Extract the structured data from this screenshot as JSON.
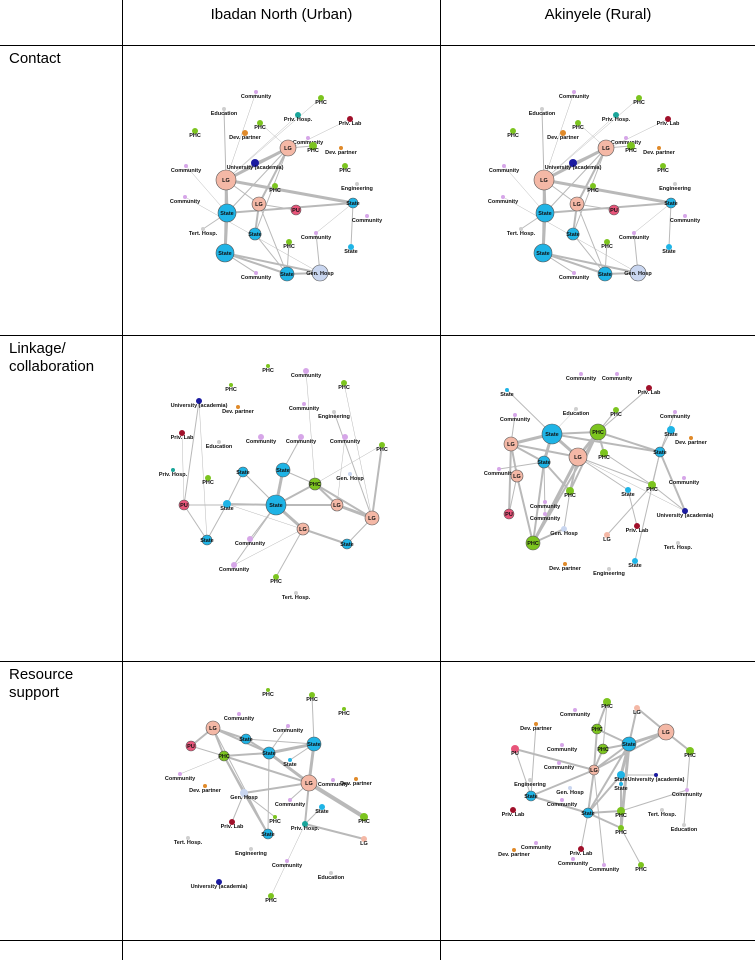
{
  "columns": [
    "Ibadan North (Urban)",
    "Akinyele (Rural)"
  ],
  "rows": [
    {
      "label": "Contact",
      "label_lines": [
        "Contact"
      ]
    },
    {
      "label": "Linkage/ collaboration",
      "label_lines": [
        "Linkage/",
        "collaboration"
      ]
    },
    {
      "label": "Resource support",
      "label_lines": [
        "Resource",
        "support"
      ]
    }
  ],
  "node_colors": {
    "LG": "#f4b8a6",
    "State": "#1fb4e6",
    "PHC": "#7cc41f",
    "PU": "#e8557a",
    "Community": "#d6a6e8",
    "Education": "#cfcfcf",
    "Dev. partner": "#e08a2a",
    "Priv. Hosp.": "#1aa59a",
    "Priv. Lab": "#a0102a",
    "University (academia)": "#1a1aa0",
    "Engineering": "#cfcfcf",
    "Gen. Hosp": "#c9d6f0",
    "Tert. Hosp.": "#cfcfcf"
  },
  "networks": [
    {
      "row": 0,
      "col": 0,
      "nodes": [
        {
          "label": "Community",
          "cat": "Community"
        },
        {
          "label": "PHC",
          "cat": "PHC"
        },
        {
          "label": "Education",
          "cat": "Education"
        },
        {
          "label": "Priv. Hosp.",
          "cat": "Priv. Hosp."
        },
        {
          "label": "Priv. Lab",
          "cat": "Priv. Lab"
        },
        {
          "label": "PHC",
          "cat": "PHC"
        },
        {
          "label": "PHC",
          "cat": "PHC"
        },
        {
          "label": "Community",
          "cat": "Community"
        },
        {
          "label": "Dev. partner",
          "cat": "Dev. partner"
        },
        {
          "label": "LG",
          "cat": "LG"
        },
        {
          "label": "Dev. partner",
          "cat": "Dev. partner"
        },
        {
          "label": "University (academia)",
          "cat": "University (academia)"
        },
        {
          "label": "Community",
          "cat": "Community"
        },
        {
          "label": "PHC",
          "cat": "PHC"
        },
        {
          "label": "PHC",
          "cat": "PHC"
        },
        {
          "label": "LG",
          "cat": "LG"
        },
        {
          "label": "PHC",
          "cat": "PHC"
        },
        {
          "label": "Engineering",
          "cat": "Engineering"
        },
        {
          "label": "Community",
          "cat": "Community"
        },
        {
          "label": "LG",
          "cat": "LG"
        },
        {
          "label": "State",
          "cat": "State"
        },
        {
          "label": "PU",
          "cat": "PU"
        },
        {
          "label": "State",
          "cat": "State"
        },
        {
          "label": "Community",
          "cat": "Community"
        },
        {
          "label": "Tert. Hosp.",
          "cat": "Tert. Hosp."
        },
        {
          "label": "State",
          "cat": "State"
        },
        {
          "label": "Community",
          "cat": "Community"
        },
        {
          "label": "PHC",
          "cat": "PHC"
        },
        {
          "label": "State",
          "cat": "State"
        },
        {
          "label": "State",
          "cat": "State"
        },
        {
          "label": "Gen. Hosp",
          "cat": "Gen. Hosp"
        },
        {
          "label": "Community",
          "cat": "Community"
        },
        {
          "label": "State",
          "cat": "State"
        }
      ]
    },
    {
      "row": 0,
      "col": 1,
      "nodes": [
        {
          "label": "Community",
          "cat": "Community"
        },
        {
          "label": "PHC",
          "cat": "PHC"
        },
        {
          "label": "Education",
          "cat": "Education"
        },
        {
          "label": "Priv. Hosp.",
          "cat": "Priv. Hosp."
        },
        {
          "label": "Priv. Lab",
          "cat": "Priv. Lab"
        },
        {
          "label": "PHC",
          "cat": "PHC"
        },
        {
          "label": "PHC",
          "cat": "PHC"
        },
        {
          "label": "Community",
          "cat": "Community"
        },
        {
          "label": "Dev. partner",
          "cat": "Dev. partner"
        },
        {
          "label": "LG",
          "cat": "LG"
        },
        {
          "label": "Dev. partner",
          "cat": "Dev. partner"
        },
        {
          "label": "University (academia)",
          "cat": "University (academia)"
        },
        {
          "label": "Community",
          "cat": "Community"
        },
        {
          "label": "PHC",
          "cat": "PHC"
        },
        {
          "label": "PHC",
          "cat": "PHC"
        },
        {
          "label": "LG",
          "cat": "LG"
        },
        {
          "label": "PHC",
          "cat": "PHC"
        },
        {
          "label": "Engineering",
          "cat": "Engineering"
        },
        {
          "label": "Community",
          "cat": "Community"
        },
        {
          "label": "LG",
          "cat": "LG"
        },
        {
          "label": "State",
          "cat": "State"
        },
        {
          "label": "PU",
          "cat": "PU"
        },
        {
          "label": "State",
          "cat": "State"
        },
        {
          "label": "Community",
          "cat": "Community"
        },
        {
          "label": "Tert. Hosp.",
          "cat": "Tert. Hosp."
        },
        {
          "label": "State",
          "cat": "State"
        },
        {
          "label": "Community",
          "cat": "Community"
        },
        {
          "label": "PHC",
          "cat": "PHC"
        },
        {
          "label": "State",
          "cat": "State"
        },
        {
          "label": "State",
          "cat": "State"
        },
        {
          "label": "Gen. Hosp",
          "cat": "Gen. Hosp"
        },
        {
          "label": "Community",
          "cat": "Community"
        },
        {
          "label": "State",
          "cat": "State"
        }
      ]
    },
    {
      "row": 1,
      "col": 0,
      "nodes": [
        {
          "label": "PHC",
          "cat": "PHC"
        },
        {
          "label": "Community",
          "cat": "Community"
        },
        {
          "label": "PHC",
          "cat": "PHC"
        },
        {
          "label": "PHC",
          "cat": "PHC"
        },
        {
          "label": "University (academia)",
          "cat": "University (academia)"
        },
        {
          "label": "Dev. partner",
          "cat": "Dev. partner"
        },
        {
          "label": "Community",
          "cat": "Community"
        },
        {
          "label": "Engineering",
          "cat": "Engineering"
        },
        {
          "label": "Priv. Lab",
          "cat": "Priv. Lab"
        },
        {
          "label": "Education",
          "cat": "Education"
        },
        {
          "label": "Community",
          "cat": "Community"
        },
        {
          "label": "Community",
          "cat": "Community"
        },
        {
          "label": "Community",
          "cat": "Community"
        },
        {
          "label": "PHC",
          "cat": "PHC"
        },
        {
          "label": "Priv. Hosp.",
          "cat": "Priv. Hosp."
        },
        {
          "label": "PHC",
          "cat": "PHC"
        },
        {
          "label": "State",
          "cat": "State"
        },
        {
          "label": "State",
          "cat": "State"
        },
        {
          "label": "PHC",
          "cat": "PHC"
        },
        {
          "label": "Gen. Hosp",
          "cat": "Gen. Hosp"
        },
        {
          "label": "PU",
          "cat": "PU"
        },
        {
          "label": "State",
          "cat": "State"
        },
        {
          "label": "State",
          "cat": "State"
        },
        {
          "label": "LG",
          "cat": "LG"
        },
        {
          "label": "LG",
          "cat": "LG"
        },
        {
          "label": "Community",
          "cat": "Community"
        },
        {
          "label": "LG",
          "cat": "LG"
        },
        {
          "label": "State",
          "cat": "State"
        },
        {
          "label": "State",
          "cat": "State"
        },
        {
          "label": "Community",
          "cat": "Community"
        },
        {
          "label": "PHC",
          "cat": "PHC"
        },
        {
          "label": "Tert. Hosp.",
          "cat": "Tert. Hosp."
        }
      ]
    },
    {
      "row": 1,
      "col": 1,
      "nodes": [
        {
          "label": "Community",
          "cat": "Community"
        },
        {
          "label": "Community",
          "cat": "Community"
        },
        {
          "label": "State",
          "cat": "State"
        },
        {
          "label": "Priv. Lab",
          "cat": "Priv. Lab"
        },
        {
          "label": "Community",
          "cat": "Community"
        },
        {
          "label": "Education",
          "cat": "Education"
        },
        {
          "label": "PHC",
          "cat": "PHC"
        },
        {
          "label": "Community",
          "cat": "Community"
        },
        {
          "label": "State",
          "cat": "State"
        },
        {
          "label": "LG",
          "cat": "LG"
        },
        {
          "label": "PHC",
          "cat": "PHC"
        },
        {
          "label": "State",
          "cat": "State"
        },
        {
          "label": "Dev. partner",
          "cat": "Dev. partner"
        },
        {
          "label": "State",
          "cat": "State"
        },
        {
          "label": "LG",
          "cat": "LG"
        },
        {
          "label": "PHC",
          "cat": "PHC"
        },
        {
          "label": "State",
          "cat": "State"
        },
        {
          "label": "Community",
          "cat": "Community"
        },
        {
          "label": "Community",
          "cat": "Community"
        },
        {
          "label": "LG",
          "cat": "LG"
        },
        {
          "label": "PHC",
          "cat": "PHC"
        },
        {
          "label": "PHC",
          "cat": "PHC"
        },
        {
          "label": "Community",
          "cat": "Community"
        },
        {
          "label": "State",
          "cat": "State"
        },
        {
          "label": "University (academia)",
          "cat": "University (academia)"
        },
        {
          "label": "PU",
          "cat": "PU"
        },
        {
          "label": "Community",
          "cat": "Community"
        },
        {
          "label": "Priv. Lab",
          "cat": "Priv. Lab"
        },
        {
          "label": "Gen. Hosp",
          "cat": "Gen. Hosp"
        },
        {
          "label": "LG",
          "cat": "LG"
        },
        {
          "label": "Tert. Hosp.",
          "cat": "Tert. Hosp."
        },
        {
          "label": "PHC",
          "cat": "PHC"
        },
        {
          "label": "Dev. partner",
          "cat": "Dev. partner"
        },
        {
          "label": "Engineering",
          "cat": "Engineering"
        },
        {
          "label": "State",
          "cat": "State"
        }
      ]
    },
    {
      "row": 2,
      "col": 0,
      "nodes": [
        {
          "label": "PHC",
          "cat": "PHC"
        },
        {
          "label": "PHC",
          "cat": "PHC"
        },
        {
          "label": "Community",
          "cat": "Community"
        },
        {
          "label": "PHC",
          "cat": "PHC"
        },
        {
          "label": "LG",
          "cat": "LG"
        },
        {
          "label": "State",
          "cat": "State"
        },
        {
          "label": "Community",
          "cat": "Community"
        },
        {
          "label": "State",
          "cat": "State"
        },
        {
          "label": "PU",
          "cat": "PU"
        },
        {
          "label": "State",
          "cat": "State"
        },
        {
          "label": "PHC",
          "cat": "PHC"
        },
        {
          "label": "State",
          "cat": "State"
        },
        {
          "label": "LG",
          "cat": "LG"
        },
        {
          "label": "Community",
          "cat": "Community"
        },
        {
          "label": "Dev. partner",
          "cat": "Dev. partner"
        },
        {
          "label": "Community",
          "cat": "Community"
        },
        {
          "label": "Gen. Hosp",
          "cat": "Gen. Hosp"
        },
        {
          "label": "Dev. partner",
          "cat": "Dev. partner"
        },
        {
          "label": "Community",
          "cat": "Community"
        },
        {
          "label": "State",
          "cat": "State"
        },
        {
          "label": "PHC",
          "cat": "PHC"
        },
        {
          "label": "PHC",
          "cat": "PHC"
        },
        {
          "label": "Priv. Lab",
          "cat": "Priv. Lab"
        },
        {
          "label": "State",
          "cat": "State"
        },
        {
          "label": "Priv. Hosp.",
          "cat": "Priv. Hosp."
        },
        {
          "label": "LG",
          "cat": "LG"
        },
        {
          "label": "Tert. Hosp.",
          "cat": "Tert. Hosp."
        },
        {
          "label": "Engineering",
          "cat": "Engineering"
        },
        {
          "label": "Community",
          "cat": "Community"
        },
        {
          "label": "Education",
          "cat": "Education"
        },
        {
          "label": "University (academia)",
          "cat": "University (academia)"
        },
        {
          "label": "PHC",
          "cat": "PHC"
        }
      ]
    },
    {
      "row": 2,
      "col": 1,
      "nodes": [
        {
          "label": "PHC",
          "cat": "PHC"
        },
        {
          "label": "Community",
          "cat": "Community"
        },
        {
          "label": "LG",
          "cat": "LG"
        },
        {
          "label": "Dev. partner",
          "cat": "Dev. partner"
        },
        {
          "label": "PHC",
          "cat": "PHC"
        },
        {
          "label": "LG",
          "cat": "LG"
        },
        {
          "label": "PU",
          "cat": "PU"
        },
        {
          "label": "Community",
          "cat": "Community"
        },
        {
          "label": "State",
          "cat": "State"
        },
        {
          "label": "PHC",
          "cat": "PHC"
        },
        {
          "label": "PHC",
          "cat": "PHC"
        },
        {
          "label": "Community",
          "cat": "Community"
        },
        {
          "label": "LG",
          "cat": "LG"
        },
        {
          "label": "State",
          "cat": "State"
        },
        {
          "label": "University (academia)",
          "cat": "University (academia)"
        },
        {
          "label": "Engineering",
          "cat": "Engineering"
        },
        {
          "label": "Community",
          "cat": "Community"
        },
        {
          "label": "State",
          "cat": "State"
        },
        {
          "label": "Gen. Hosp",
          "cat": "Gen. Hosp"
        },
        {
          "label": "State",
          "cat": "State"
        },
        {
          "label": "Community",
          "cat": "Community"
        },
        {
          "label": "Priv. Lab",
          "cat": "Priv. Lab"
        },
        {
          "label": "State",
          "cat": "State"
        },
        {
          "label": "PHC",
          "cat": "PHC"
        },
        {
          "label": "Tert. Hosp.",
          "cat": "Tert. Hosp."
        },
        {
          "label": "Education",
          "cat": "Education"
        },
        {
          "label": "Dev. partner",
          "cat": "Dev. partner"
        },
        {
          "label": "PHC",
          "cat": "PHC"
        },
        {
          "label": "Community",
          "cat": "Community"
        },
        {
          "label": "Priv. Lab",
          "cat": "Priv. Lab"
        },
        {
          "label": "Community",
          "cat": "Community"
        },
        {
          "label": "Community",
          "cat": "Community"
        },
        {
          "label": "PHC",
          "cat": "PHC"
        }
      ]
    }
  ]
}
